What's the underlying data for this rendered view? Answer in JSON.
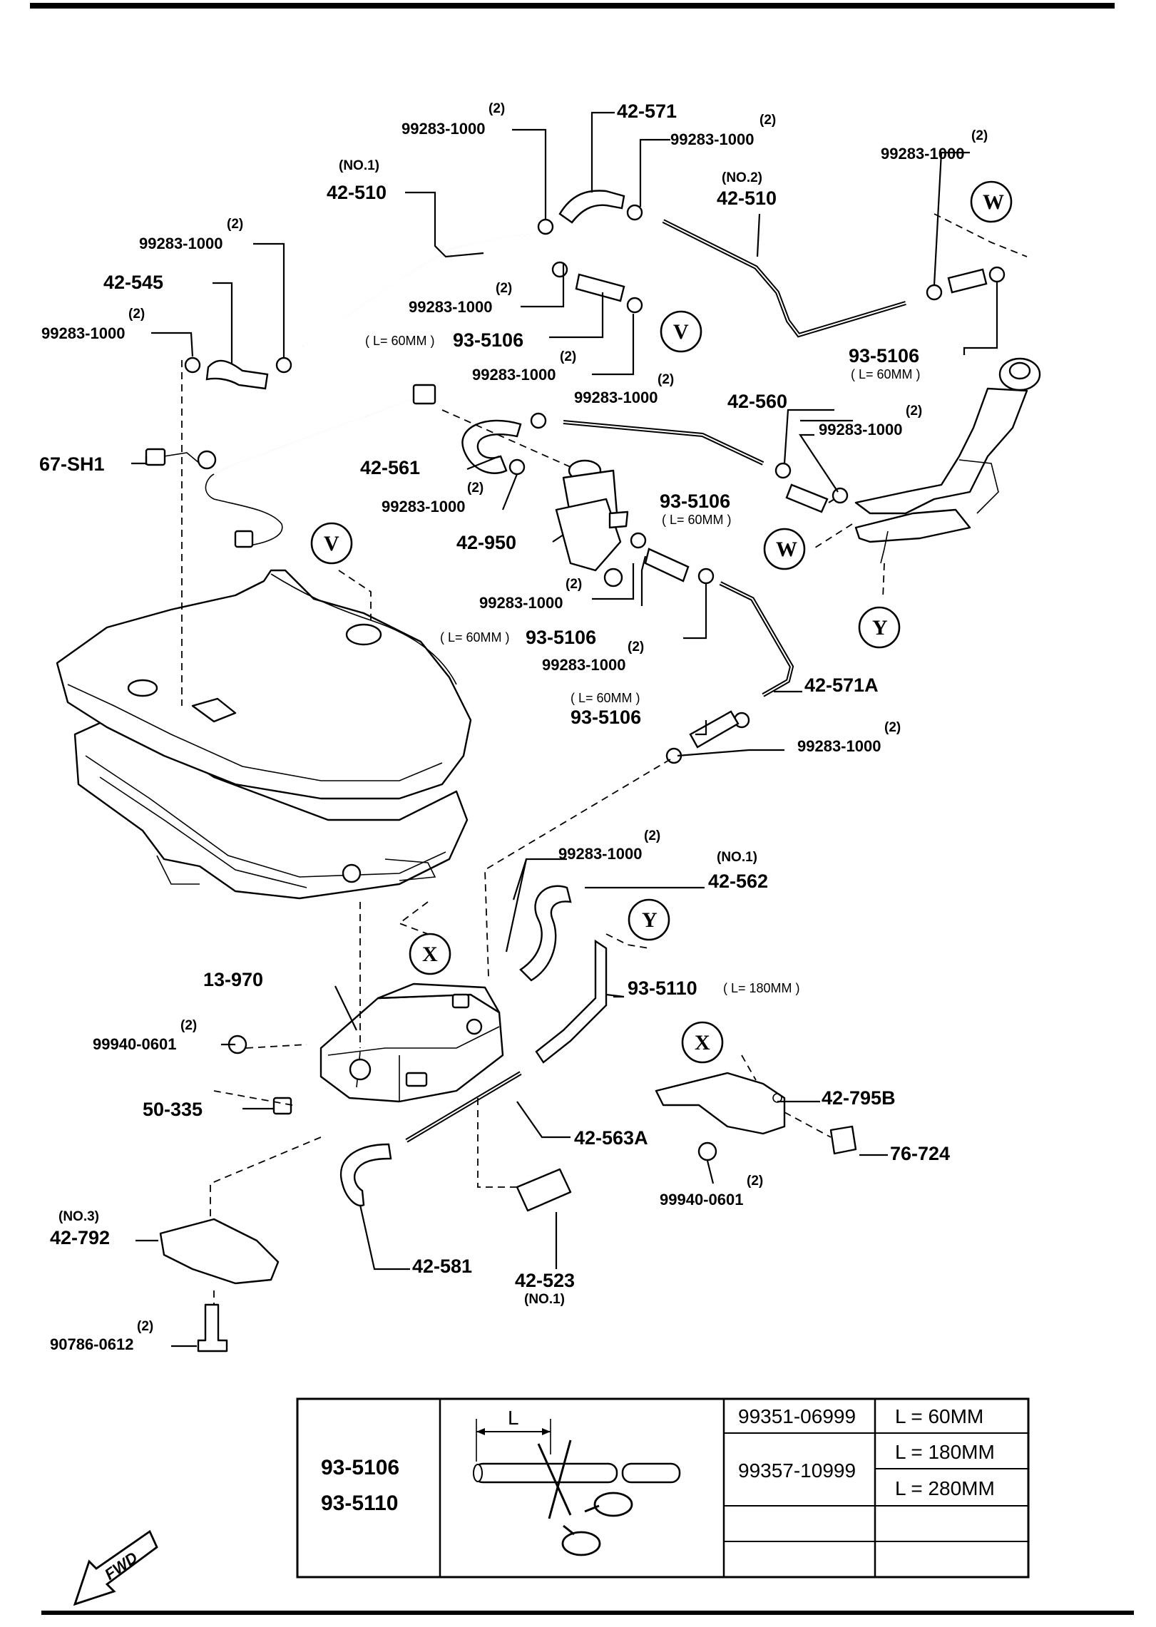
{
  "parts": {
    "p_99283_a": "99283-1000",
    "p_99283_a_q": "(2)",
    "p_42571": "42-571",
    "p_99283_b": "99283-1000",
    "p_99283_b_q": "(2)",
    "p_99283_c": "99283-1000",
    "p_99283_c_q": "(2)",
    "p_42510_1": "42-510",
    "p_42510_1_q": "(NO.1)",
    "p_42510_2": "42-510",
    "p_42510_2_q": "(NO.2)",
    "p_99283_d": "99283-1000",
    "p_99283_d_q": "(2)",
    "p_42545": "42-545",
    "p_99283_e": "99283-1000",
    "p_99283_e_q": "(2)",
    "p_99283_f": "99283-1000",
    "p_99283_f_q": "(2)",
    "p_93506_a": "93-5106",
    "p_93506_a_len": "( L= 60MM )",
    "p_99283_g": "99283-1000",
    "p_99283_g_q": "(2)",
    "p_93506_b": "93-5106",
    "p_93506_b_len": "( L= 60MM )",
    "p_99283_h": "99283-1000",
    "p_99283_h_q": "(2)",
    "p_42560": "42-560",
    "p_99283_i": "99283-1000",
    "p_99283_i_q": "(2)",
    "p_67sh1": "67-SH1",
    "p_42561": "42-561",
    "p_99283_j": "99283-1000",
    "p_99283_j_q": "(2)",
    "p_93506_c": "93-5106",
    "p_93506_c_len": "( L= 60MM )",
    "p_42950": "42-950",
    "p_99283_k": "99283-1000",
    "p_99283_k_q": "(2)",
    "p_93506_d": "93-5106",
    "p_93506_d_len": "( L= 60MM )",
    "p_99283_l": "99283-1000",
    "p_99283_l_q": "(2)",
    "p_42571a": "42-571A",
    "p_93506_e": "93-5106",
    "p_93506_e_len": "( L= 60MM )",
    "p_99283_m": "99283-1000",
    "p_99283_m_q": "(2)",
    "p_99283_n": "99283-1000",
    "p_99283_n_q": "(2)",
    "p_42562": "42-562",
    "p_42562_q": "(NO.1)",
    "p_13970": "13-970",
    "p_93510": "93-5110",
    "p_93510_len": "( L= 180MM )",
    "p_99940_a": "99940-0601",
    "p_99940_a_q": "(2)",
    "p_42795b": "42-795B",
    "p_50335": "50-335",
    "p_42563a": "42-563A",
    "p_76724": "76-724",
    "p_99940_b": "99940-0601",
    "p_99940_b_q": "(2)",
    "p_42792": "42-792",
    "p_42792_q": "(NO.3)",
    "p_42581": "42-581",
    "p_42523": "42-523",
    "p_42523_q": "(NO.1)",
    "p_90786": "90786-0612",
    "p_90786_q": "(2)"
  },
  "refs": {
    "v": "V",
    "w": "W",
    "x": "X",
    "y": "Y"
  },
  "table": {
    "parts": [
      "93-5106",
      "93-5110"
    ],
    "cut_label": "L",
    "rows": [
      {
        "part_no": "99351-06999",
        "length": "L = 60MM"
      },
      {
        "part_no": "99357-10999",
        "length": "L = 180MM"
      },
      {
        "part_no": "",
        "length": "L = 280MM"
      }
    ]
  },
  "fwd": "FWD"
}
